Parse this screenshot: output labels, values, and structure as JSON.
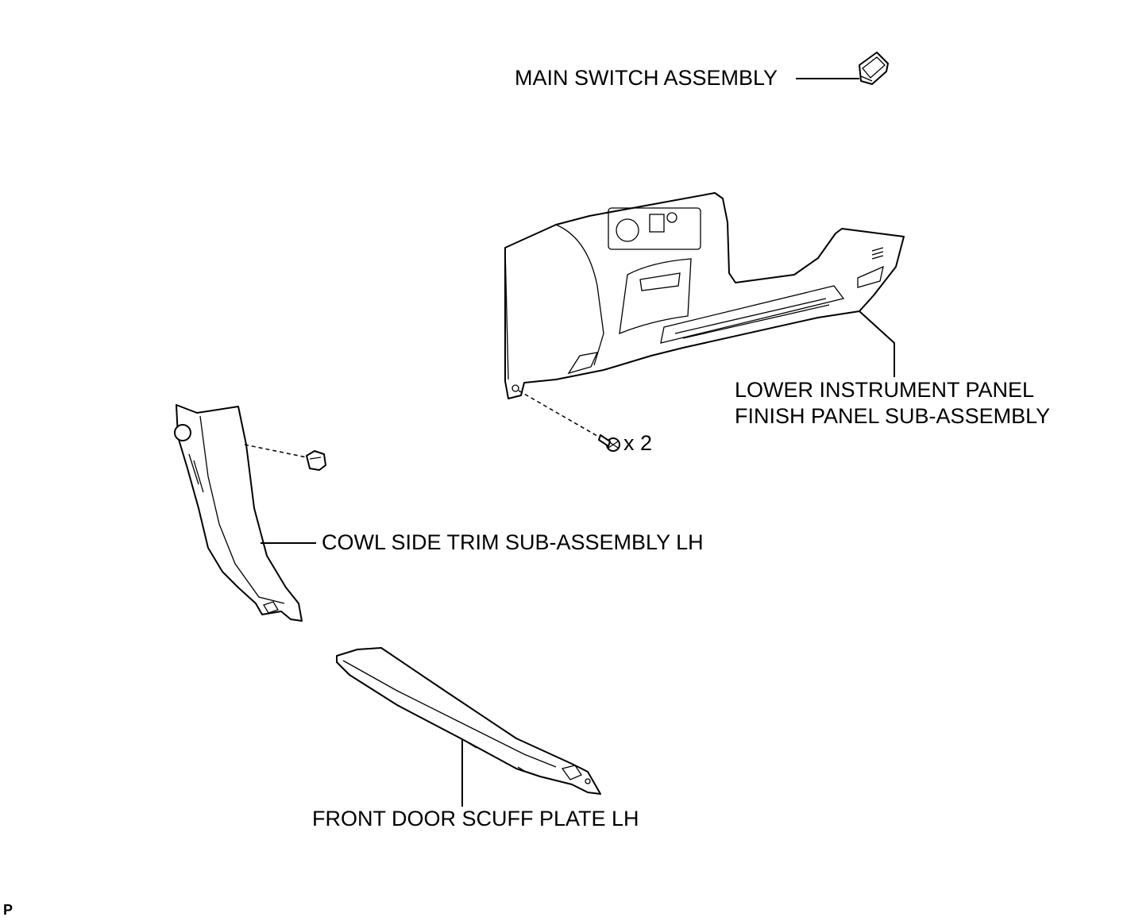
{
  "labels": {
    "main_switch": "MAIN SWITCH ASSEMBLY",
    "lower_panel_line1": "LOWER INSTRUMENT PANEL",
    "lower_panel_line2": "FINISH PANEL SUB-ASSEMBLY",
    "screw_qty": "x 2",
    "cowl_trim": "COWL SIDE TRIM SUB-ASSEMBLY LH",
    "scuff_plate": "FRONT DOOR SCUFF PLATE LH",
    "corner_code": "P"
  }
}
